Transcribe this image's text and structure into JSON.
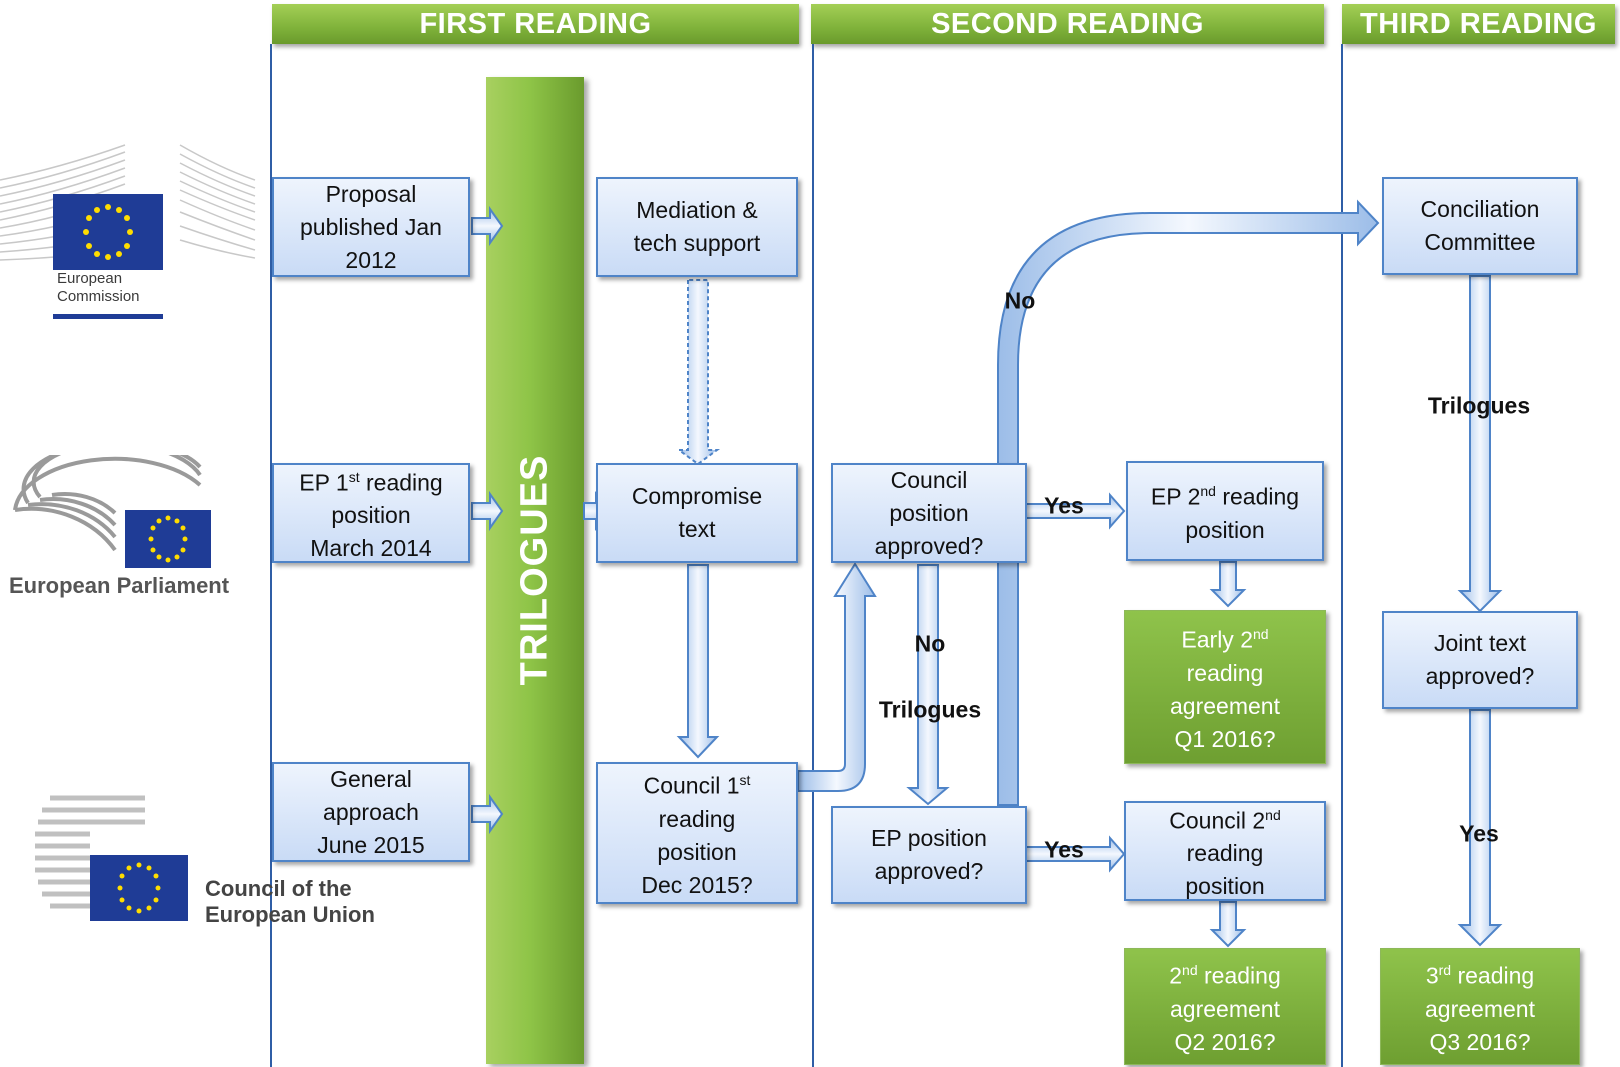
{
  "phases": {
    "first": "FIRST READING",
    "second": "SECOND READING",
    "third": "THIRD READING"
  },
  "trilogues_bar_label": "TRILOGUES",
  "institutions": {
    "commission": {
      "line1": "European",
      "line2": "Commission"
    },
    "parliament": {
      "name": "European Parliament"
    },
    "council": {
      "line1": "Council of the",
      "line2": "European Union"
    }
  },
  "boxes": {
    "proposal": "Proposal\npublished Jan\n2012",
    "mediation": "Mediation &\ntech support",
    "ep_first": {
      "prefix": "EP 1",
      "sup": "st",
      "rest": " reading\nposition\nMarch 2014"
    },
    "compromise": "Compromise\ntext",
    "general_approach": "General\napproach\nJune 2015",
    "council_first": {
      "prefix": "Council 1",
      "sup": "st",
      "rest": "\nreading\nposition\nDec 2015?"
    },
    "council_approved": "Council\nposition\napproved?",
    "ep_approved": "EP position\napproved?",
    "ep_second": {
      "prefix": "EP 2",
      "sup": "nd",
      "rest": " reading\nposition"
    },
    "early_agreement": {
      "prefix": "Early 2",
      "sup": "nd",
      "rest": "\nreading\nagreement\nQ1 2016?"
    },
    "council_second": {
      "prefix": "Council 2",
      "sup": "nd",
      "rest": "\nreading\nposition"
    },
    "second_agreement": {
      "prefix": "2",
      "sup": "nd",
      "rest": " reading\nagreement\nQ2 2016?"
    },
    "conciliation": "Conciliation\nCommittee",
    "joint_text": "Joint text\napproved?",
    "third_agreement": {
      "prefix": "3",
      "sup": "rd",
      "rest": " reading\nagreement\nQ3 2016?"
    }
  },
  "edge_labels": {
    "no_top": "No",
    "yes_council": "Yes",
    "no_mid": "No",
    "trilogues_mid": "Trilogues",
    "yes_ep": "Yes",
    "trilogues_third": "Trilogues",
    "yes_third": "Yes"
  },
  "colors": {
    "header_green": "#7fb23a",
    "box_blue": "#c9dbf6",
    "box_border": "#4f84c8",
    "result_green": "#7aab38",
    "eu_blue": "#1f3c96",
    "eu_star": "#ffdd00"
  }
}
